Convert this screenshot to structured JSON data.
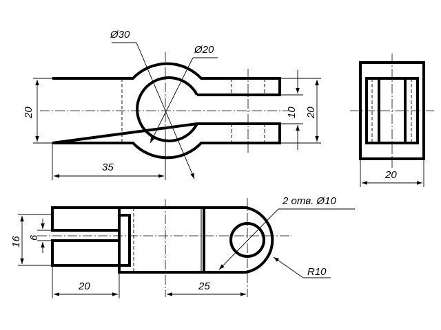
{
  "dimensions": {
    "d30": "Ø30",
    "d20": "Ø20",
    "top_height_left": "20",
    "top_length": "35",
    "slot_width": "10",
    "top_height_right": "20",
    "side_width": "20",
    "front_height": "16",
    "front_slot": "6",
    "front_left_len": "20",
    "front_mid_len": "25",
    "holes_note": "2 отв. Ø10",
    "radius": "R10"
  }
}
